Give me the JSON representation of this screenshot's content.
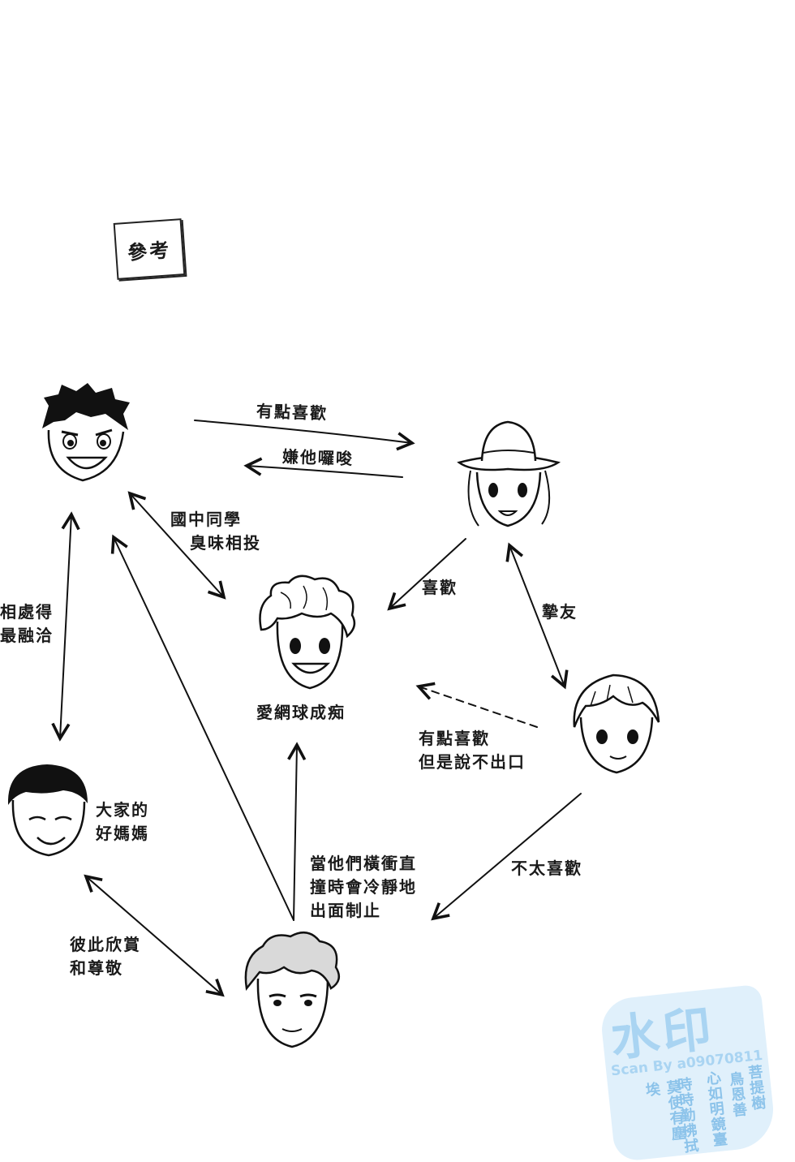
{
  "title": "參考",
  "labels": {
    "top_right": "有點喜歡",
    "top_left_back": "嫌他囉唆",
    "classmates_line1": "國中同學",
    "classmates_line2": "臭味相投",
    "likes": "喜歡",
    "best_friend": "摯友",
    "along_line1": "相處得",
    "along_line2": "最融洽",
    "tennis": "愛網球成痴",
    "secret_line1": "有點喜歡",
    "secret_line2": "但是說不出口",
    "mom_line1": "大家的",
    "mom_line2": "好媽媽",
    "calm_line1": "當他們橫衝直",
    "calm_line2": "撞時會冷靜地",
    "calm_line3": "出面制止",
    "dislike": "不太喜歡",
    "respect_line1": "彼此欣賞",
    "respect_line2": "和尊敬"
  },
  "watermark": {
    "logo": "水印",
    "scan": "Scan By a09070811",
    "poem_col1": "菩提樹",
    "poem_col2": "鳥恩善",
    "poem_col3": "心如明鏡臺",
    "poem_col4": "時時勤拂拭",
    "poem_col5": "莫使有塵埃"
  }
}
